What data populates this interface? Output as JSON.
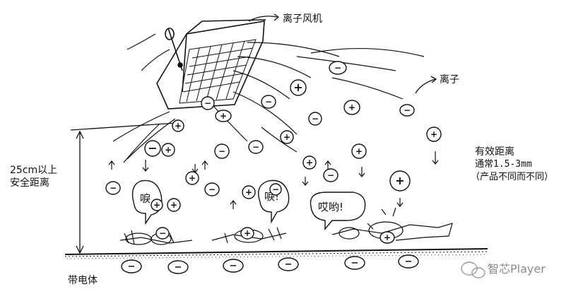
{
  "labels": {
    "ion_fan": "离子风机",
    "ion": "离子",
    "safe_distance_line1": "25cm以上",
    "safe_distance_line2": "安全距离",
    "effective_line1": "有效距离",
    "effective_line2": "通常1.5-3mm",
    "effective_line3": "（产品不同而不同）",
    "charged_body": "带电体",
    "watermark": "智芯Player"
  },
  "ions": [
    {
      "sign": "−"
    },
    {
      "sign": "+"
    },
    {
      "sign": "−"
    },
    {
      "sign": "+"
    },
    {
      "sign": "−"
    },
    {
      "sign": "+"
    },
    {
      "sign": "−"
    },
    {
      "sign": "−"
    },
    {
      "sign": "+"
    },
    {
      "sign": "−"
    },
    {
      "sign": "+"
    },
    {
      "sign": "−"
    },
    {
      "sign": "+"
    },
    {
      "sign": "−"
    },
    {
      "sign": "+"
    },
    {
      "sign": "+"
    },
    {
      "sign": "−"
    },
    {
      "sign": "+"
    },
    {
      "sign": "+"
    },
    {
      "sign": "−"
    },
    {
      "sign": "+"
    },
    {
      "sign": "−"
    },
    {
      "sign": "+"
    },
    {
      "sign": "+"
    },
    {
      "sign": "−"
    },
    {
      "sign": "+"
    },
    {
      "sign": "−"
    },
    {
      "sign": "+"
    },
    {
      "sign": "+"
    }
  ],
  "bubbles": [
    {
      "text": "唳"
    },
    {
      "text": "唳!"
    },
    {
      "text": "哎哟!"
    }
  ],
  "surface_charges": [
    {
      "sign": "−"
    },
    {
      "sign": "−"
    },
    {
      "sign": "−"
    },
    {
      "sign": "−"
    },
    {
      "sign": "−"
    },
    {
      "sign": "−"
    },
    {
      "sign": "−"
    }
  ]
}
